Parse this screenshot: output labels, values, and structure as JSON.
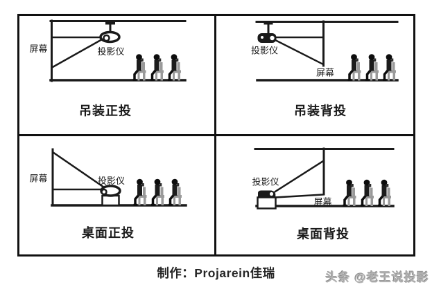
{
  "colors": {
    "ink": "#1a1a1a",
    "figure_gray": "#9a9a9a",
    "background": "#ffffff",
    "credit_text": "#262626",
    "watermark_gray": "#b1b1b1"
  },
  "panels": [
    {
      "position": "top-left",
      "title": "吊装正投",
      "screen_label": "屏幕",
      "projector_label": "投影仪",
      "audience_count": 3
    },
    {
      "position": "top-right",
      "title": "吊装背投",
      "screen_label": "屏幕",
      "projector_label": "投影仪",
      "audience_count": 3
    },
    {
      "position": "bottom-left",
      "title": "桌面正投",
      "screen_label": "屏幕",
      "projector_label": "投影仪",
      "audience_count": 3
    },
    {
      "position": "bottom-right",
      "title": "桌面背投",
      "screen_label": "屏幕",
      "projector_label": "投影仪",
      "audience_count": 3
    }
  ],
  "footer": {
    "credit": "制作：Projarein佳瑞",
    "watermark": "头条 @老王说投影"
  },
  "icons": [
    "ceiling-projector-icon",
    "desktop-projector-icon",
    "audience-person-icon"
  ]
}
